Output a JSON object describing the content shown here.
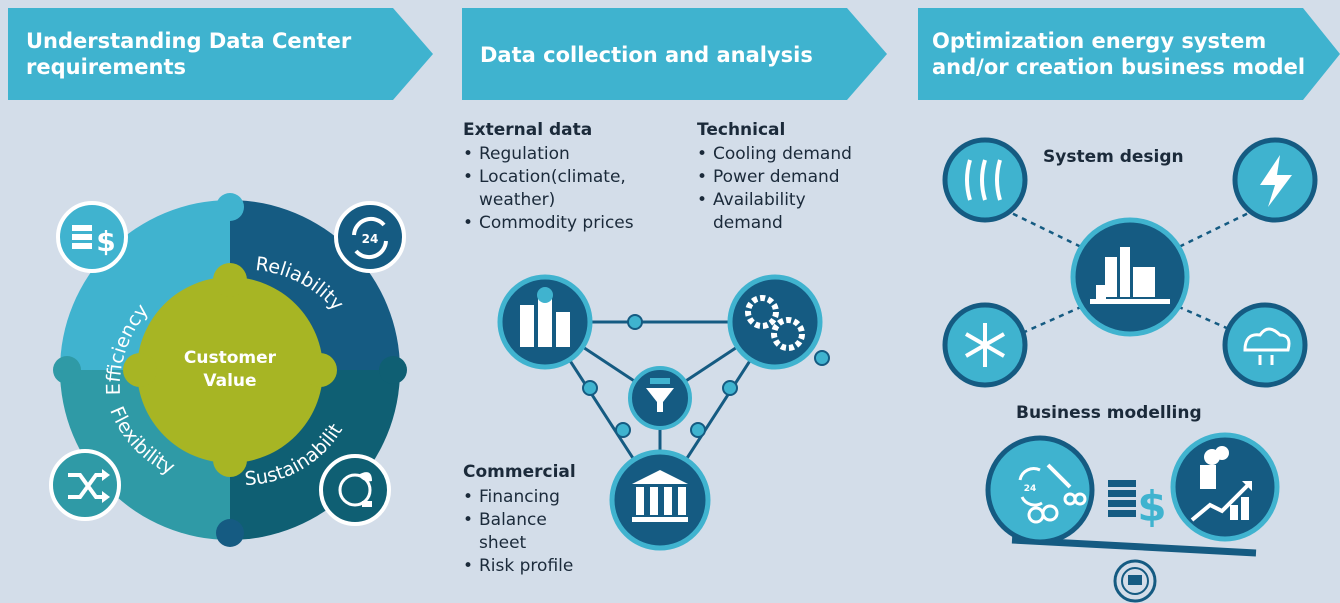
{
  "banners": [
    {
      "line1": "Understanding Data Center",
      "line2": "requirements"
    },
    {
      "line1": "Data collection and analysis",
      "line2": ""
    },
    {
      "line1": "Optimization energy system",
      "line2": "and/or creation business model"
    }
  ],
  "wheel": {
    "center_line1": "Customer",
    "center_line2": "Value",
    "segments": [
      "Efficiency",
      "Reliability",
      "Flexibility",
      "Sustainability"
    ],
    "badge_24": "24"
  },
  "data_collection": {
    "external": {
      "heading": "External data",
      "items": [
        "Regulation",
        "Location(climate,",
        "weather)",
        "Commodity prices"
      ]
    },
    "technical": {
      "heading": "Technical",
      "items": [
        "Cooling demand",
        "Power demand",
        "Availability",
        "demand"
      ]
    },
    "commercial": {
      "heading": "Commercial",
      "items": [
        "Financing",
        "Balance",
        "sheet",
        "Risk profile"
      ]
    }
  },
  "optimization": {
    "system_design": "System design",
    "business_modelling": "Business modelling",
    "badge_24": "24"
  },
  "colors": {
    "banner": "#3fb3cf",
    "light_teal": "#40b3cf",
    "dark_blue": "#155b82",
    "green": "#a7b524",
    "teal": "#2f9aa6",
    "dark_teal": "#0f5f73",
    "background": "#d3dde9"
  }
}
